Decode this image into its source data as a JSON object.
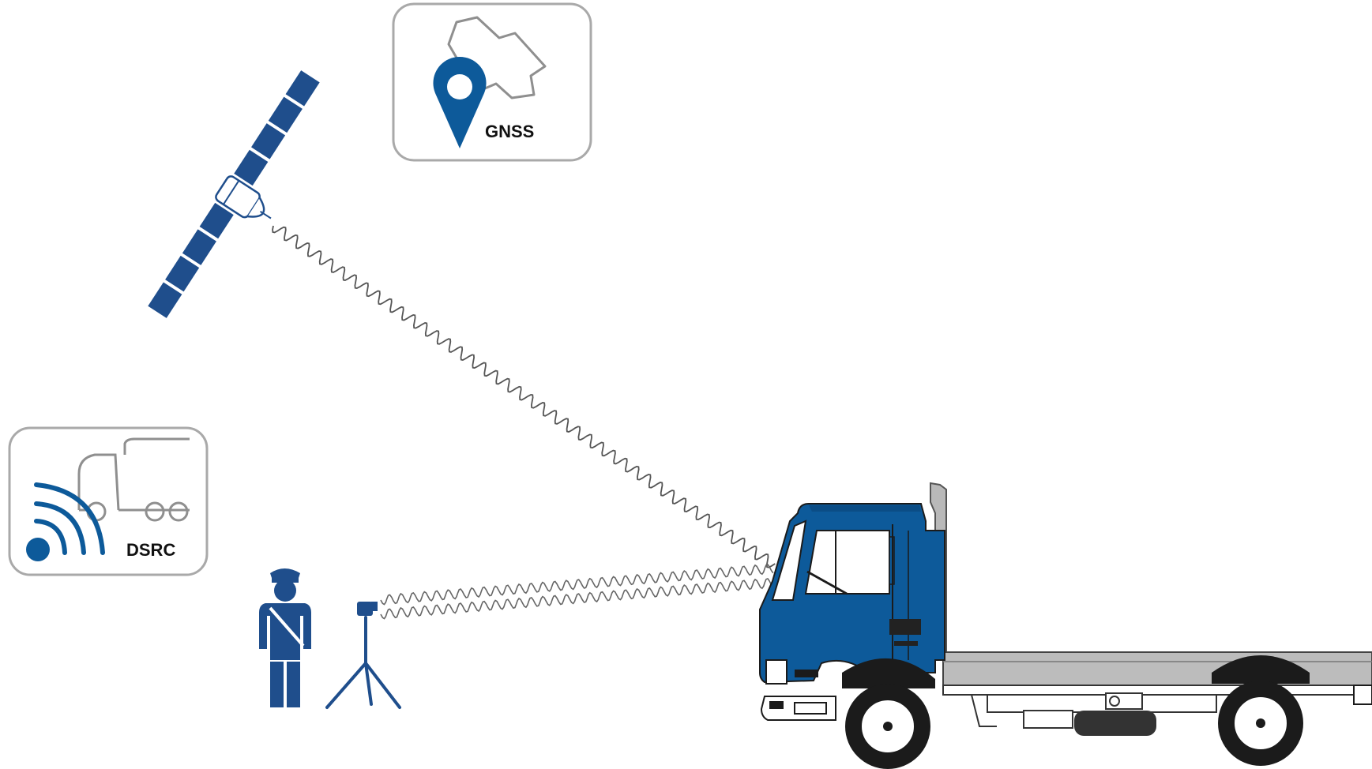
{
  "colors": {
    "brand_blue": "#0d5a9a",
    "dark_blue": "#1f4e8c",
    "badge_border": "#a9a9a9",
    "truck_gray": "#b9b9b9",
    "icon_gray": "#8f8f8f",
    "wave_gray": "#555555"
  },
  "badges": {
    "gnss": {
      "label": "GNSS",
      "icon": "satellite-location-pin-icon"
    },
    "dsrc": {
      "label": "DSRC",
      "icon": "vehicle-wireless-signal-icon"
    }
  },
  "elements": {
    "satellite": "satellite-icon",
    "officer": "police-officer-icon",
    "reader": "tripod-dsrc-reader-icon",
    "truck": "flatbed-truck"
  }
}
